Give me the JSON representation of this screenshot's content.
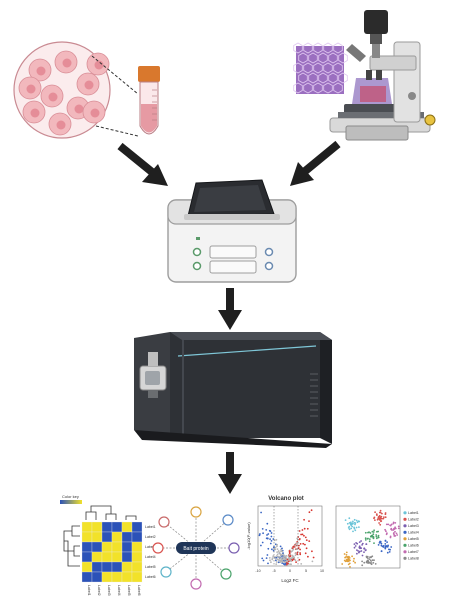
{
  "figure": {
    "colors": {
      "arrow": "#1f1f1f",
      "tissue_purple": "#9b6fc0",
      "cell_pink": "#f2b8bd",
      "tube_cap": "#d9782d",
      "instrument_dark": "#2e3136",
      "heatmap_yellow": "#f2e22a",
      "heatmap_blue": "#2b52b8",
      "volcano_red": "#d7352f",
      "volcano_blue": "#3a66c4"
    },
    "panels": {
      "heatmap": {
        "legend_label": "Color key",
        "row_labels": [
          "Label1",
          "Label2",
          "Label3",
          "Label4",
          "Label5",
          "Label6"
        ],
        "col_labels": [
          "Label1",
          "Label2",
          "Label3",
          "Label4",
          "Label5",
          "Label6"
        ]
      },
      "network": {
        "center_label": "Bait protein"
      },
      "volcano": {
        "title": "Volcano plot",
        "xlabel": "Log2 FC",
        "ylabel": "-log10(P-value)",
        "xticks": [
          "-10",
          "-5",
          "0",
          "5",
          "10"
        ]
      },
      "tsne": {
        "legend": [
          "Label1",
          "Label2",
          "Label3",
          "Label4",
          "Label5",
          "Label6",
          "Label7",
          "Label8"
        ],
        "legend_colors": [
          "#6cc4d8",
          "#d9534f",
          "#7a5fb0",
          "#3a66c4",
          "#e0a03a",
          "#4aa36b",
          "#c26bb0",
          "#8a8a8a"
        ]
      }
    }
  }
}
